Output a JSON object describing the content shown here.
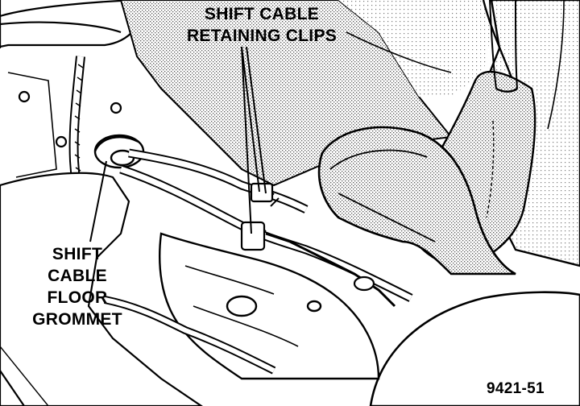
{
  "labels": {
    "retaining_clips": [
      "SHIFT CABLE",
      "RETAINING CLIPS"
    ],
    "floor_grommet": [
      "SHIFT",
      "CABLE",
      "FLOOR",
      "GROMMET"
    ]
  },
  "figure_id": "9421-51",
  "colors": {
    "ink": "#000000",
    "paper": "#ffffff",
    "stipple": "#9a9a9a"
  }
}
